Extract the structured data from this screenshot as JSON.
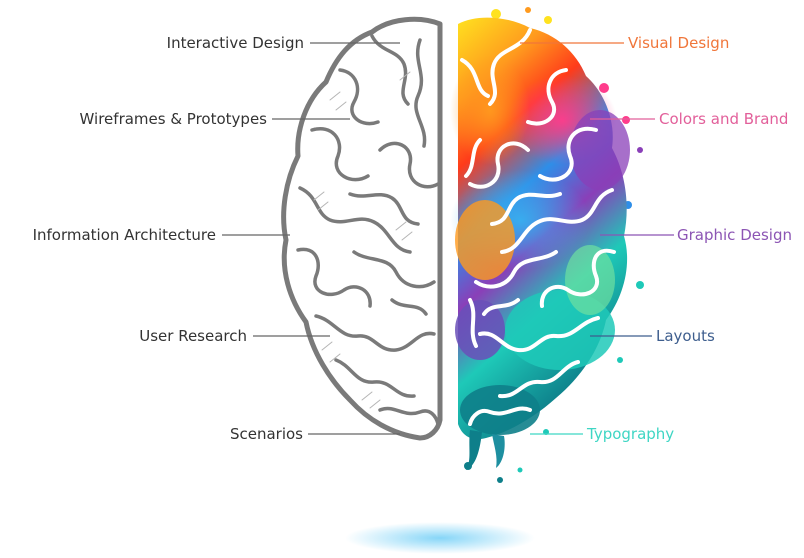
{
  "left_labels": [
    {
      "text": "Interactive Design",
      "color": "#333333"
    },
    {
      "text": "Wireframes & Prototypes",
      "color": "#333333"
    },
    {
      "text": "Information Architecture",
      "color": "#333333"
    },
    {
      "text": "User Research",
      "color": "#333333"
    },
    {
      "text": "Scenarios",
      "color": "#333333"
    }
  ],
  "right_labels": [
    {
      "text": "Visual Design",
      "color": "#f0763a"
    },
    {
      "text": "Colors and Brand",
      "color": "#e25f9a"
    },
    {
      "text": "Graphic Design",
      "color": "#8c55b4"
    },
    {
      "text": "Layouts",
      "color": "#3e5e8e"
    },
    {
      "text": "Typography",
      "color": "#3fd6c4"
    }
  ],
  "colors": {
    "outline": "#7a7a7a",
    "leader_line": "#666666",
    "paint": [
      "#ffe21f",
      "#ff9a1e",
      "#ff3b1a",
      "#ff3c8c",
      "#2e8ee8",
      "#36b0f0",
      "#8a3fb8",
      "#1ec9b8",
      "#6fe0a0"
    ]
  }
}
